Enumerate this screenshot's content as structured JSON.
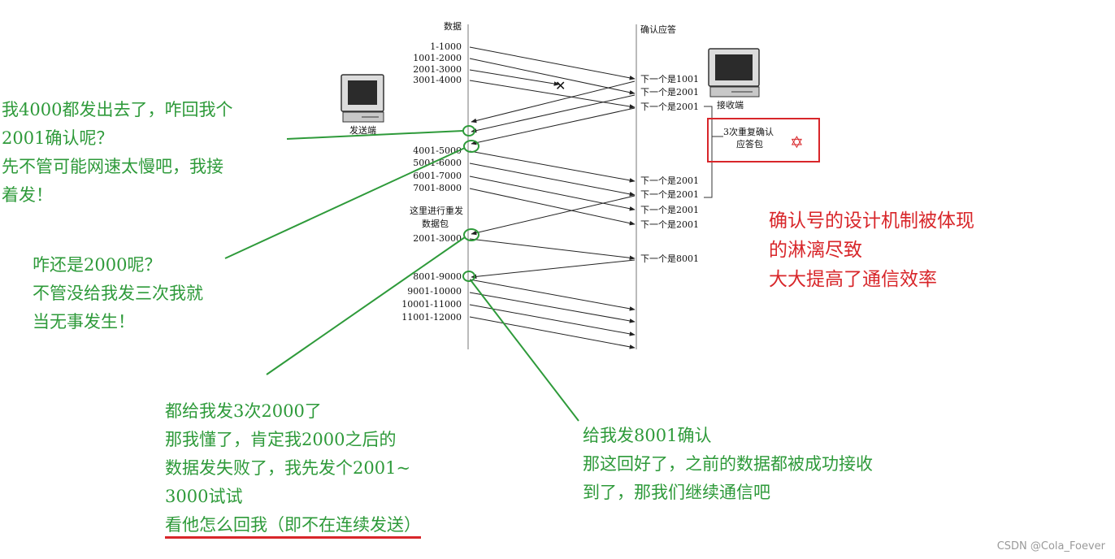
{
  "diagram": {
    "left_header": "数据",
    "right_header": "确认应答",
    "sender_label": "发送端",
    "receiver_label": "接收端",
    "segments": [
      "1-1000",
      "1001-2000",
      "2001-3000",
      "3001-4000",
      "4001-5000",
      "5001-6000",
      "6001-7000",
      "7001-8000",
      "2001-3000",
      "8001-9000",
      "9001-10000",
      "10001-11000",
      "11001-12000"
    ],
    "retransmit_note": [
      "这里进行重发",
      "数据包"
    ],
    "acks": [
      "下一个是1001",
      "下一个是2001",
      "下一个是2001",
      "下一个是2001",
      "下一个是2001",
      "下一个是2001",
      "下一个是2001",
      "下一个是8001"
    ],
    "dup_ack_box": [
      "3次重复确认",
      "应答包"
    ],
    "lost_mark": "✕",
    "star": "✡"
  },
  "annotations": {
    "top_left": [
      "我4000都发出去了，咋回我个",
      "2001确认呢？",
      "先不管可能网速太慢吧，我接",
      "着发！"
    ],
    "middle_left": [
      "咋还是2000呢？",
      "不管没给我发三次我就",
      "当无事发生！"
    ],
    "bottom_center": [
      "都给我发3次2000了",
      "那我懂了，肯定我2000之后的",
      "数据发失败了，我先发个2001~",
      "3000试试",
      "看他怎么回我（即不在连续发送）"
    ],
    "bottom_right": [
      "给我发8001确认",
      "那这回好了，之前的数据都被成功接收",
      "到了，那我们继续通信吧"
    ],
    "right_red": [
      "确认号的设计机制被体现",
      "的淋漓尽致",
      "大大提高了通信效率"
    ]
  },
  "watermark": "CSDN @Cola_Foever",
  "colors": {
    "green": "#2e9a3a",
    "red": "#d8262a",
    "line": "#222222"
  }
}
